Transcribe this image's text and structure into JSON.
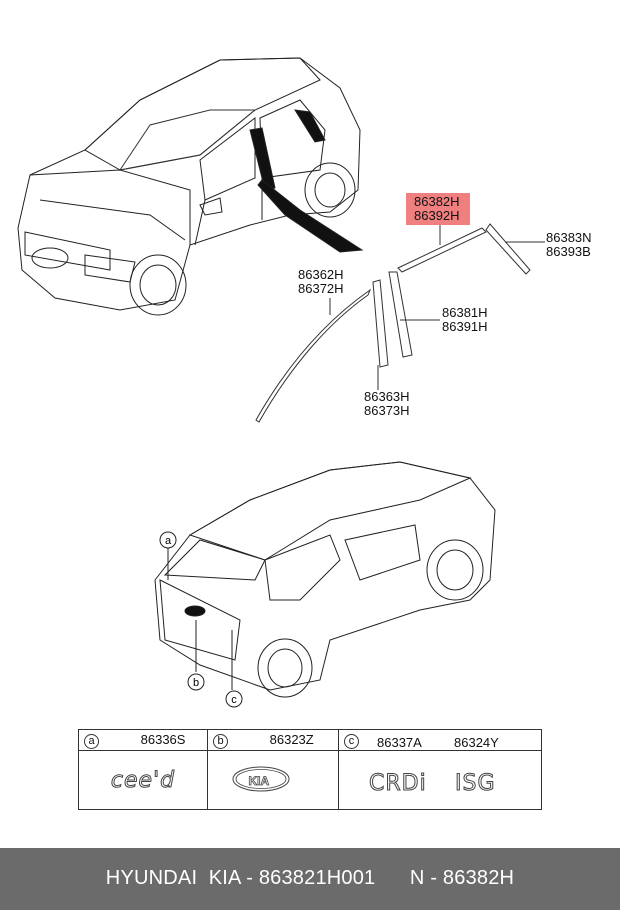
{
  "callouts": {
    "highlighted": [
      "86382H",
      "86392H"
    ],
    "right_trim": [
      "86383N",
      "86393B"
    ],
    "roof_trim": [
      "86362H",
      "86372H"
    ],
    "pillar_outer": [
      "86381H",
      "86391H"
    ],
    "pillar_inner": [
      "86363H",
      "86373H"
    ],
    "tag_a": "a",
    "tag_b": "b",
    "tag_c": "c"
  },
  "legend": {
    "a": {
      "letter": "a",
      "part": "86336S",
      "emblem_text": "cee'd"
    },
    "b": {
      "letter": "b",
      "part": "86323Z",
      "emblem_text": "KIA"
    },
    "c": {
      "letter": "c",
      "parts": [
        "86337A",
        "86324Y"
      ],
      "emblem_texts": [
        "CRDi",
        "ISG"
      ]
    }
  },
  "footer": {
    "text": "HYUNDAI  KIA - 863821H001      N - 86382H"
  },
  "colors": {
    "highlight": "#f08080",
    "footer_bg": "#6b6b6b"
  }
}
